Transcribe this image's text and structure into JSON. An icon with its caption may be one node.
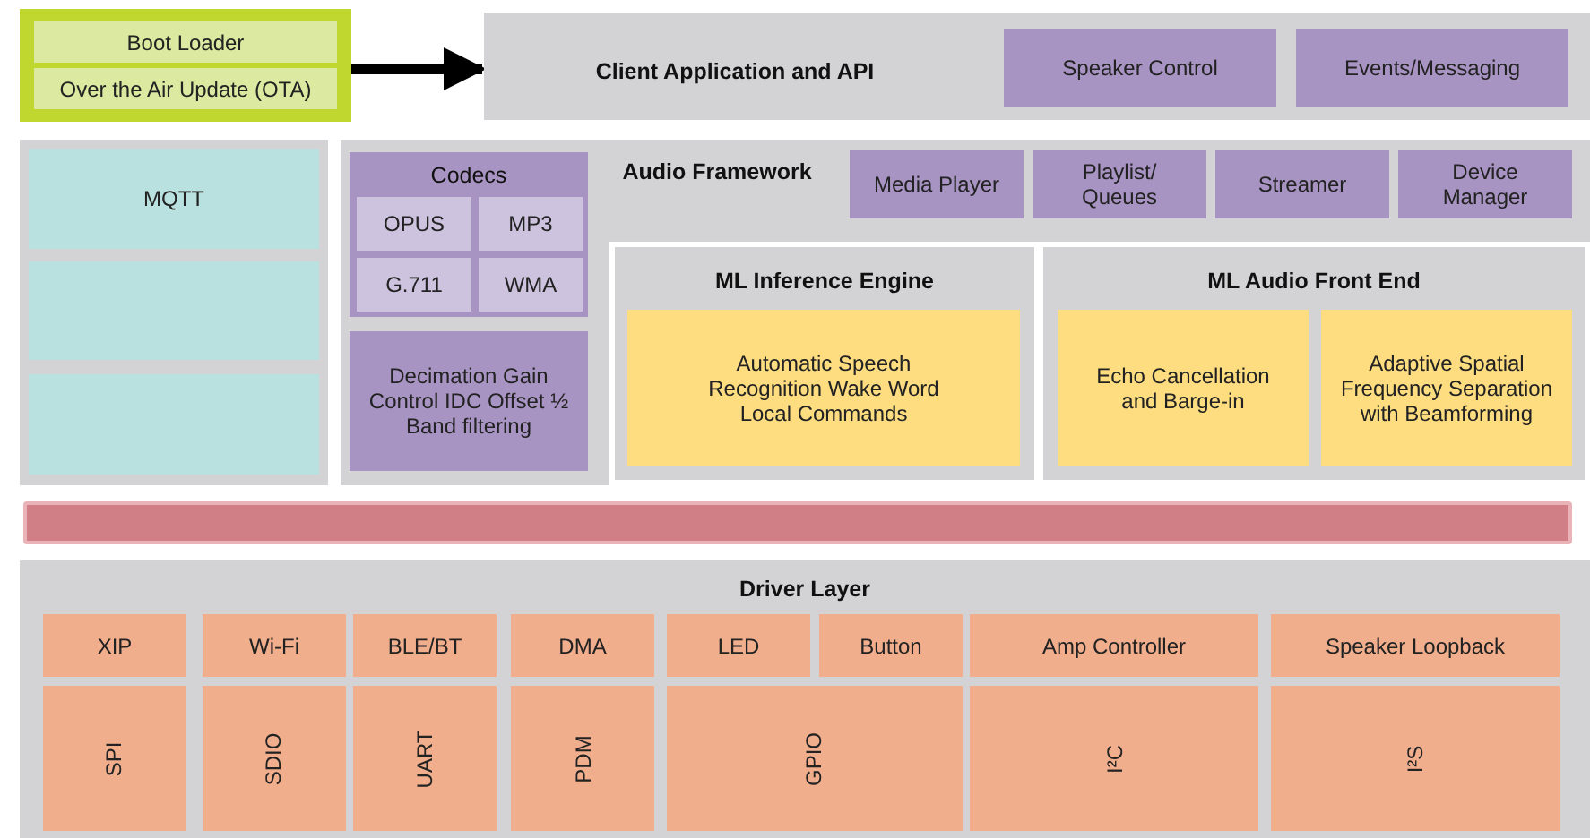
{
  "diagram": {
    "nodes": [
      {
        "text": [],
        "shape": "box"
      },
      {
        "text": [
          "Boot Loader"
        ],
        "in": 0
      },
      {
        "text": [
          "Over the Air Update (OTA)"
        ],
        "in": 0
      },
      {
        "text": [
          "Client Application and API"
        ]
      },
      {
        "text": [
          "Speaker Control"
        ],
        "in": 3
      },
      {
        "text": [
          "Events/Messaging"
        ],
        "in": 3
      },
      {
        "text": [],
        "shape": "box"
      },
      {
        "text": [
          "MQTT"
        ],
        "in": 6
      },
      {
        "text": [],
        "shape": "box",
        "in": 6
      },
      {
        "text": [],
        "shape": "box",
        "in": 6
      },
      {
        "text": [
          "Audio Framework"
        ]
      },
      {
        "text": [
          "Codecs"
        ],
        "in": 10
      },
      {
        "text": [
          "OPUS"
        ],
        "in": 11
      },
      {
        "text": [
          "MP3"
        ],
        "in": 11
      },
      {
        "text": [
          "G.711"
        ],
        "in": 11
      },
      {
        "text": [
          "WMA"
        ],
        "in": 11
      },
      {
        "text": [
          "Decimation Gain Control IDC Offset ½ Band filtering"
        ],
        "in": 10
      },
      {
        "text": [
          "Media Player"
        ],
        "in": 10
      },
      {
        "text": [
          "Playlist/ Queues"
        ],
        "in": 10
      },
      {
        "text": [
          "Streamer"
        ],
        "in": 10
      },
      {
        "text": [
          "Device Manager"
        ],
        "in": 10
      },
      {
        "text": [
          "ML Inference Engine"
        ],
        "in": 10
      },
      {
        "text": [
          "Automatic Speech Recognition Wake Word Local Commands"
        ],
        "in": 21
      },
      {
        "text": [
          "ML Audio Front End"
        ],
        "in": 10
      },
      {
        "text": [
          "Echo Cancellation and Barge-in"
        ],
        "in": 23
      },
      {
        "text": [
          "Adaptive Spatial Frequency Separation with Beamforming"
        ],
        "in": 23
      },
      {
        "text": [],
        "shape": "bar"
      },
      {
        "text": [
          "Driver Layer"
        ]
      },
      {
        "text": [
          "XIP"
        ],
        "in": 27
      },
      {
        "text": [
          "Wi-Fi"
        ],
        "in": 27
      },
      {
        "text": [
          "BLE/BT"
        ],
        "in": 27
      },
      {
        "text": [
          "DMA"
        ],
        "in": 27
      },
      {
        "text": [
          "LED"
        ],
        "in": 27
      },
      {
        "text": [
          "Button"
        ],
        "in": 27
      },
      {
        "text": [
          "Amp Controller"
        ],
        "in": 27
      },
      {
        "text": [
          "Speaker Loopback"
        ],
        "in": 27
      },
      {
        "text": [
          "SPI"
        ],
        "in": 27
      },
      {
        "text": [
          "SDIO"
        ],
        "in": 27
      },
      {
        "text": [
          "UART"
        ],
        "in": 27
      },
      {
        "text": [
          "PDM"
        ],
        "in": 27
      },
      {
        "text": [
          "GPIO"
        ],
        "in": 27
      },
      {
        "text": [
          "I²C"
        ],
        "in": 27
      },
      {
        "text": [
          "I²S"
        ],
        "in": 27
      }
    ],
    "edges": [
      {
        "from": 0,
        "to": 3,
        "arrow": "to"
      }
    ]
  }
}
